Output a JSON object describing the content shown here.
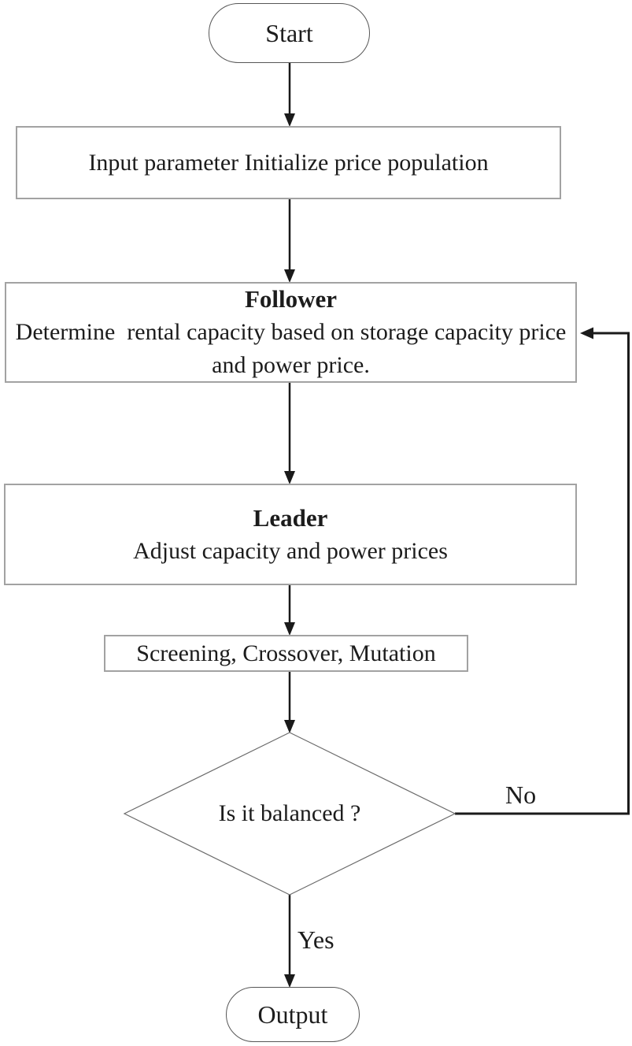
{
  "flowchart": {
    "nodes": {
      "start": {
        "label": "Start",
        "shape": "terminator"
      },
      "input": {
        "label": "Input parameter Initialize price population",
        "shape": "process"
      },
      "follower": {
        "title": "Follower",
        "body": "Determine  rental capacity based on storage capacity price and power price.",
        "shape": "process"
      },
      "leader": {
        "title": "Leader",
        "body": "Adjust capacity and power prices",
        "shape": "process"
      },
      "genetic_ops": {
        "label": "Screening, Crossover, Mutation",
        "shape": "process"
      },
      "decision": {
        "label": "Is it balanced ?",
        "shape": "decision"
      },
      "output": {
        "label": "Output",
        "shape": "terminator"
      }
    },
    "branch_labels": {
      "no": "No",
      "yes": "Yes"
    },
    "edges": [
      {
        "from": "start",
        "to": "input"
      },
      {
        "from": "input",
        "to": "follower"
      },
      {
        "from": "follower",
        "to": "leader"
      },
      {
        "from": "leader",
        "to": "genetic_ops"
      },
      {
        "from": "genetic_ops",
        "to": "decision"
      },
      {
        "from": "decision",
        "to": "output",
        "label": "Yes"
      },
      {
        "from": "decision",
        "to": "follower",
        "label": "No"
      }
    ],
    "colors": {
      "background": "#ffffff",
      "line": "#1a1a1a",
      "process_border": "#a2a2a2",
      "terminator_border": "#565656",
      "decision_border": "#6b6b6b",
      "text": "#1c1c1c"
    }
  }
}
